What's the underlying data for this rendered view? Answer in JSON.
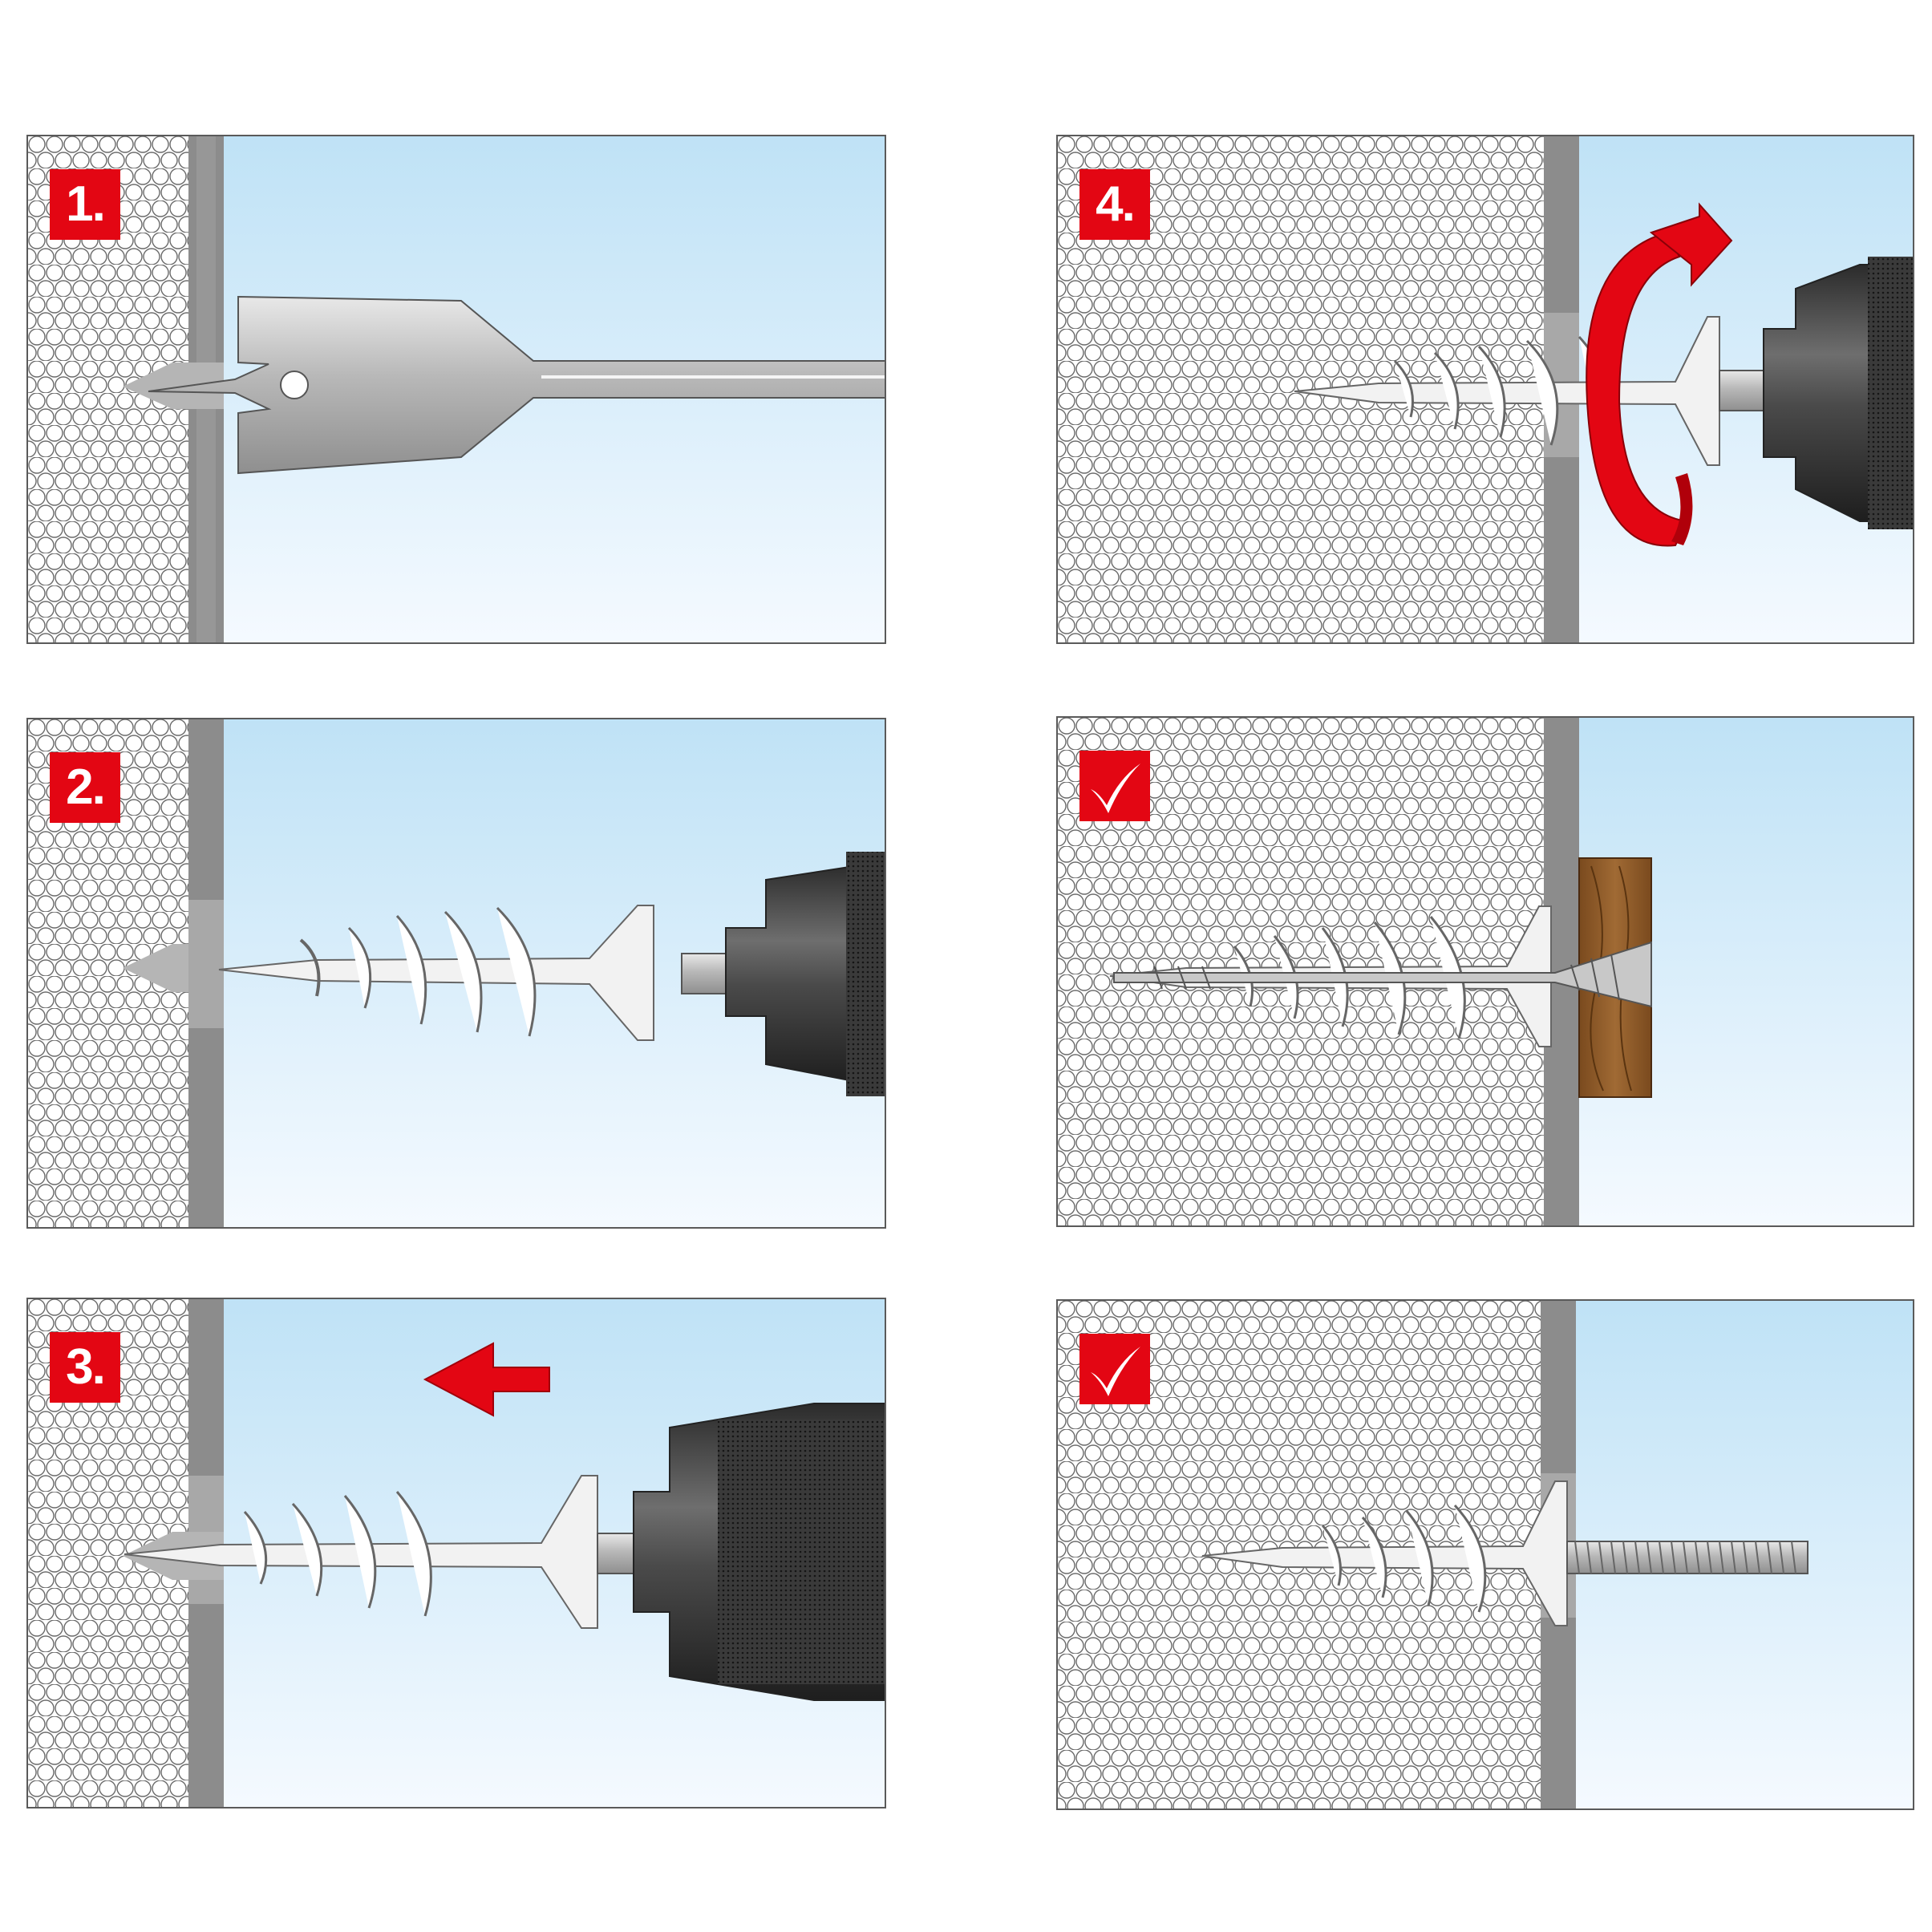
{
  "steps": [
    {
      "label": "1."
    },
    {
      "label": "2."
    },
    {
      "label": "3."
    },
    {
      "label": "4."
    }
  ],
  "icons": {
    "done": "check-icon"
  },
  "colors": {
    "badge": "#e30613",
    "foam": "#f2f2f2",
    "wall_board": "#8c8c8c",
    "sky_top": "#bfe2f6",
    "sky_bottom": "#f5faff",
    "arrow_red": "#e30613",
    "wood": "#8b5a2b"
  }
}
